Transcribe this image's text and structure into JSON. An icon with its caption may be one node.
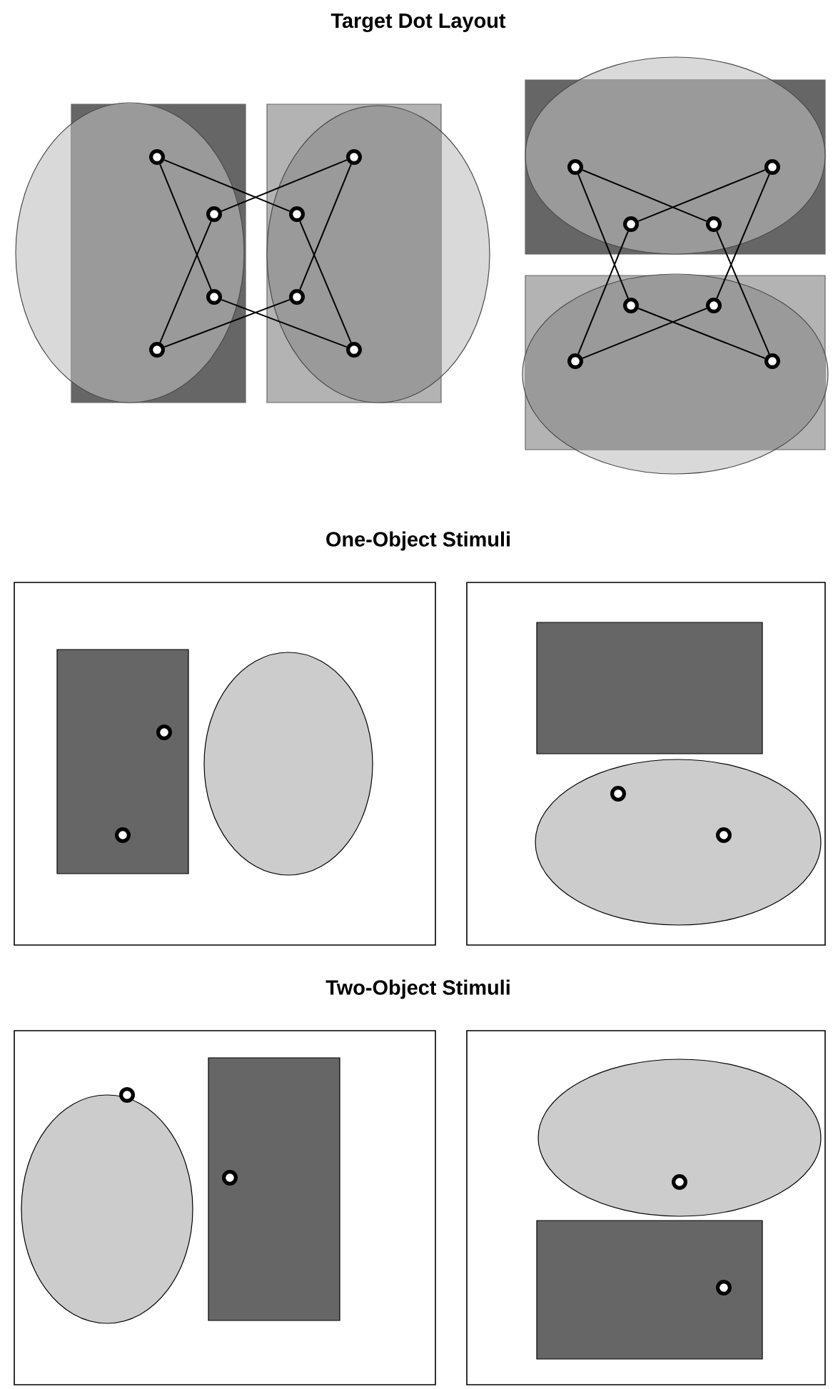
{
  "diagram": {
    "nodes": [
      {
        "text": [],
        "shape": "circle"
      },
      {
        "text": [],
        "shape": "circle"
      },
      {
        "text": [],
        "shape": "circle"
      },
      {
        "text": [],
        "shape": "circle"
      },
      {
        "text": [],
        "shape": "circle"
      },
      {
        "text": [],
        "shape": "circle"
      },
      {
        "text": [],
        "shape": "circle"
      },
      {
        "text": [],
        "shape": "circle"
      },
      {
        "text": [],
        "shape": "circle"
      },
      {
        "text": [],
        "shape": "circle"
      },
      {
        "text": [],
        "shape": "circle"
      },
      {
        "text": [],
        "shape": "circle"
      },
      {
        "text": [],
        "shape": "circle"
      },
      {
        "text": [],
        "shape": "circle"
      },
      {
        "text": [],
        "shape": "circle"
      },
      {
        "text": [],
        "shape": "circle"
      }
    ],
    "edges": [
      {
        "from": 0,
        "to": 3,
        "arrow": "none"
      },
      {
        "from": 0,
        "to": 4,
        "arrow": "none"
      },
      {
        "from": 2,
        "to": 1,
        "arrow": "none"
      },
      {
        "from": 2,
        "to": 6,
        "arrow": "none"
      },
      {
        "from": 4,
        "to": 7,
        "arrow": "none"
      },
      {
        "from": 6,
        "to": 5,
        "arrow": "none"
      },
      {
        "from": 5,
        "to": 1,
        "arrow": "none"
      },
      {
        "from": 3,
        "to": 7,
        "arrow": "none"
      },
      {
        "from": 8,
        "to": 11,
        "arrow": "none"
      },
      {
        "from": 8,
        "to": 12,
        "arrow": "none"
      },
      {
        "from": 9,
        "to": 10,
        "arrow": "none"
      },
      {
        "from": 9,
        "to": 13,
        "arrow": "none"
      },
      {
        "from": 10,
        "to": 14,
        "arrow": "none"
      },
      {
        "from": 11,
        "to": 15,
        "arrow": "none"
      },
      {
        "from": 12,
        "to": 15,
        "arrow": "none"
      },
      {
        "from": 14,
        "to": 13,
        "arrow": "none"
      }
    ],
    "labels": [
      "Target Dot Layout",
      "One-Object Stimuli",
      "Two-Object Stimuli"
    ]
  }
}
